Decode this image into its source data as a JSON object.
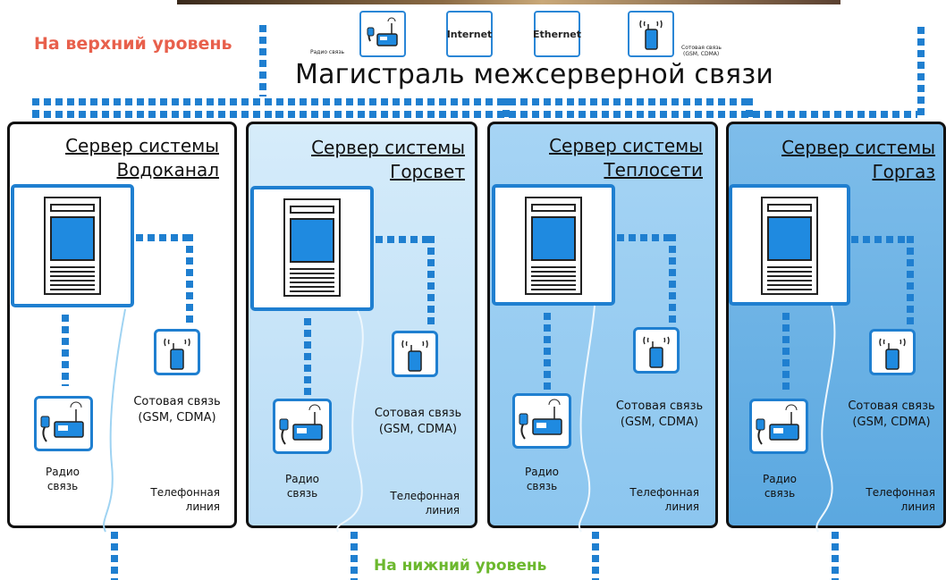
{
  "labels": {
    "upper_level": "На верхний уровень",
    "lower_level": "На нижний уровень",
    "backbone_title": "Магистраль межсерверной связи"
  },
  "backbone_icons": [
    {
      "icon": "radio-station-icon",
      "caption": "Радио связь"
    },
    {
      "icon": "internet-icon",
      "text": "Internet"
    },
    {
      "icon": "ethernet-icon",
      "text": "Ethernet"
    },
    {
      "icon": "cellular-phone-icon",
      "caption_line1": "Сотовая связь",
      "caption_line2": "(GSM, CDMA)"
    }
  ],
  "servers": [
    {
      "title_line1": "Сервер системы",
      "title_line2": "Водоканал",
      "radio_line1": "Радио",
      "radio_line2": "связь",
      "cell_line1": "Сотовая связь",
      "cell_line2": "(GSM, CDMA)",
      "phone_line1": "Телефонная",
      "phone_line2": "линия"
    },
    {
      "title_line1": "Сервер системы",
      "title_line2": "Горсвет",
      "radio_line1": "Радио",
      "radio_line2": "связь",
      "cell_line1": "Сотовая связь",
      "cell_line2": "(GSM, CDMA)",
      "phone_line1": "Телефонная",
      "phone_line2": "линия"
    },
    {
      "title_line1": "Сервер системы",
      "title_line2": "Теплосети",
      "radio_line1": "Радио",
      "radio_line2": "связь",
      "cell_line1": "Сотовая связь",
      "cell_line2": "(GSM, CDMA)",
      "phone_line1": "Телефонная",
      "phone_line2": "линия"
    },
    {
      "title_line1": "Сервер системы",
      "title_line2": "Горгаз",
      "radio_line1": "Радио",
      "radio_line2": "связь",
      "cell_line1": "Сотовая связь",
      "cell_line2": "(GSM, CDMA)",
      "phone_line1": "Телефонная",
      "phone_line2": "линия"
    }
  ],
  "colors": {
    "accent_blue": "#1f7fd0",
    "upper_label": "#e8604c",
    "lower_label": "#6cb82e",
    "panel_1": "#ffffff",
    "panel_2": "#c6e4f8",
    "panel_3": "#98ccf1",
    "panel_4": "#6cb2e4"
  }
}
